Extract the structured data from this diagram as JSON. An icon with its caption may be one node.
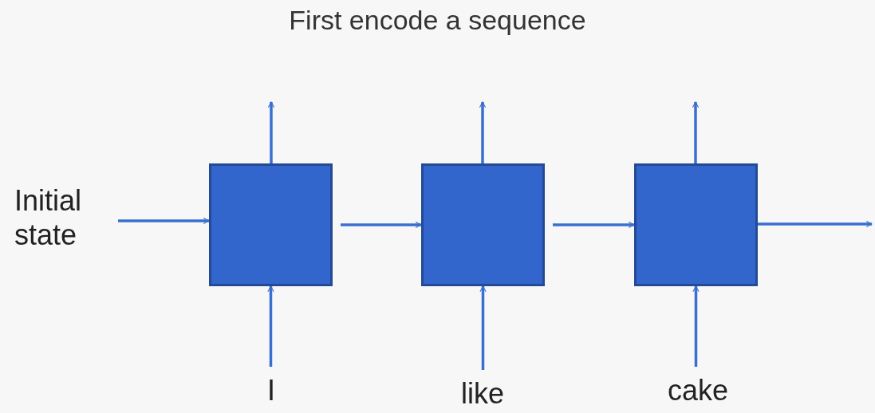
{
  "diagram": {
    "title": "First encode a sequence",
    "nodes": [
      {
        "text": [
          "Initial state"
        ]
      },
      {
        "text": [],
        "shape": "box"
      },
      {
        "text": [],
        "shape": "box"
      },
      {
        "text": [],
        "shape": "box"
      },
      {
        "text": [
          "I"
        ]
      },
      {
        "text": [
          "like"
        ]
      },
      {
        "text": [
          "cake"
        ]
      }
    ],
    "edges": [
      {
        "from": 0,
        "to": 1,
        "arrow": "to"
      },
      {
        "from": 1,
        "to": 2,
        "arrow": "to"
      },
      {
        "from": 2,
        "to": 3,
        "arrow": "to"
      },
      {
        "from": 3,
        "to": null,
        "arrow": "to"
      },
      {
        "from": 4,
        "to": 1,
        "arrow": "to"
      },
      {
        "from": 5,
        "to": 2,
        "arrow": "to"
      },
      {
        "from": 6,
        "to": 3,
        "arrow": "to"
      },
      {
        "from": 1,
        "to": null,
        "arrow": "to"
      },
      {
        "from": 2,
        "to": null,
        "arrow": "to"
      },
      {
        "from": 3,
        "to": null,
        "arrow": "to"
      }
    ]
  }
}
